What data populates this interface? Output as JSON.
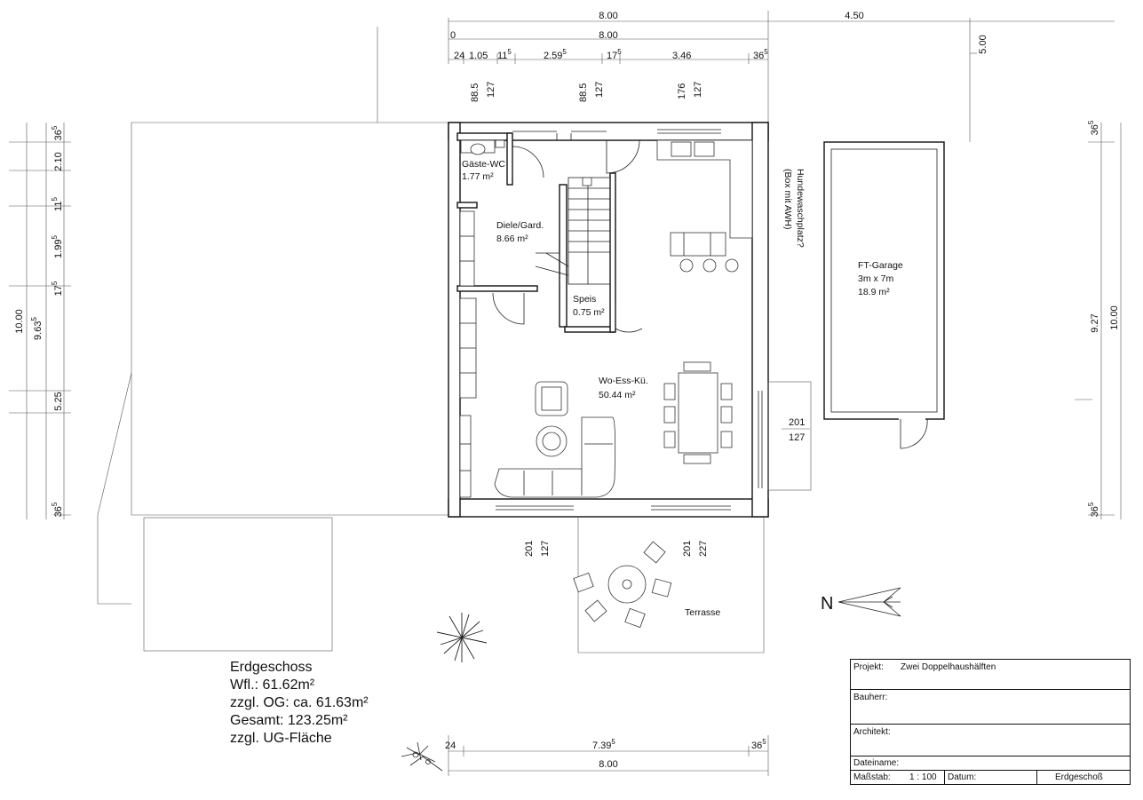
{
  "dimensions": {
    "top_total_1": "8.00",
    "top_side": "4.50",
    "top_right_vertical": "5.00",
    "top_zero": "0",
    "top_total_2": "8.00",
    "top_segments": [
      {
        "base": "24",
        "sup": ""
      },
      {
        "base": "1.05",
        "sup": ""
      },
      {
        "base": "11",
        "sup": "5"
      },
      {
        "base": "2.59",
        "sup": "5"
      },
      {
        "base": "17",
        "sup": "5"
      },
      {
        "base": "3.46",
        "sup": ""
      },
      {
        "base": "36",
        "sup": "5"
      }
    ],
    "openings_top": [
      {
        "a": "88.5",
        "b": "127"
      },
      {
        "a": "88.5",
        "b": "127"
      },
      {
        "a": "176",
        "b": "127"
      }
    ],
    "left_chain": [
      {
        "base": "36",
        "sup": "5"
      },
      {
        "base": "2.10",
        "sup": ""
      },
      {
        "base": "11",
        "sup": "5"
      },
      {
        "base": "1.99",
        "sup": "5"
      },
      {
        "base": "17",
        "sup": "5"
      },
      {
        "base": "5.25",
        "sup": ""
      },
      {
        "base": "36",
        "sup": "5"
      }
    ],
    "left_total_a": "10.00",
    "left_total_b": {
      "base": "9.63",
      "sup": "5"
    },
    "right_top": {
      "base": "36",
      "sup": "5"
    },
    "right_bottom": {
      "base": "36",
      "sup": "5"
    },
    "right_a": "9.27",
    "right_b": "10.00",
    "window_right": {
      "a": "201",
      "b": "127"
    },
    "openings_bottom": [
      {
        "a": "201",
        "b": "127"
      },
      {
        "a": "201",
        "b": "227"
      }
    ],
    "bottom_segments": [
      {
        "base": "24",
        "sup": ""
      },
      {
        "base": "7.39",
        "sup": "5"
      },
      {
        "base": "36",
        "sup": "5"
      }
    ],
    "bottom_total": "8.00"
  },
  "rooms": {
    "wc": {
      "name": "Gäste-WC",
      "area": "1.77 m²"
    },
    "diele": {
      "name": "Diele/Gard.",
      "area": "8.66 m²"
    },
    "speis": {
      "name": "Speis",
      "area": "0.75 m²"
    },
    "living": {
      "name": "Wo-Ess-Kü.",
      "area": "50.44 m²"
    },
    "garage": {
      "name": "FT-Garage",
      "size": "3m x 7m",
      "area": "18.9 m²"
    },
    "dog_wash": {
      "line1": "Hundewaschplatz?",
      "line2": "(Box mit AWH)"
    },
    "terrace": "Terrasse"
  },
  "compass": {
    "letter": "N"
  },
  "summary": {
    "title": "Erdgeschoss",
    "wfl": "Wfl.: 61.62m²",
    "og": "zzgl. OG: ca. 61.63m²",
    "total": "Gesamt: 123.25m²",
    "ug": "zzgl. UG-Fläche"
  },
  "titleblock": {
    "projekt_label": "Projekt:",
    "projekt_value": "Zwei Doppelhaushälften",
    "bauherr_label": "Bauherr:",
    "architekt_label": "Architekt:",
    "dateiname_label": "Dateiname:",
    "massstab_label": "Maßstab:",
    "massstab_value": "1 : 100",
    "datum_label": "Datum:",
    "sheet": "Erdgeschoß"
  }
}
